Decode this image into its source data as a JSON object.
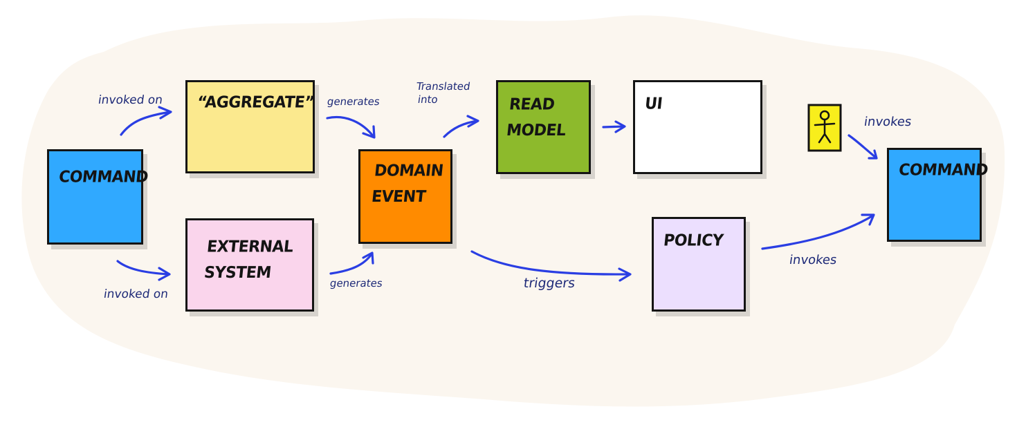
{
  "colors": {
    "background_blob": "#fbf6ef",
    "arrow": "#2a3ee3",
    "label_ink": "#1e2a78",
    "command": "#30a9ff",
    "aggregate": "#fbe98e",
    "external_system": "#fad5ec",
    "domain_event": "#ff8b00",
    "read_model": "#8dba2c",
    "ui": "#ffffff",
    "policy": "#ecdffe",
    "actor": "#f8ee1c"
  },
  "notes": {
    "command_left": "COMMAND",
    "aggregate": "“AGGREGATE”",
    "external_system": "EXTERNAL\nSYSTEM",
    "domain_event": "DOMAIN\nEVENT",
    "read_model": "READ\nMODEL",
    "ui": "UI",
    "policy": "POLICY",
    "command_right": "COMMAND"
  },
  "edge_labels": {
    "invoked_on_top": "invoked on",
    "invoked_on_bottom": "invoked on",
    "generates_top": "generates",
    "generates_bottom": "generates",
    "translated_into_line1": "Translated",
    "translated_into_line2": "into",
    "triggers": "triggers",
    "invokes_actor": "invokes",
    "invokes_policy": "invokes"
  },
  "icons": {
    "actor": "stick-figure-icon"
  }
}
